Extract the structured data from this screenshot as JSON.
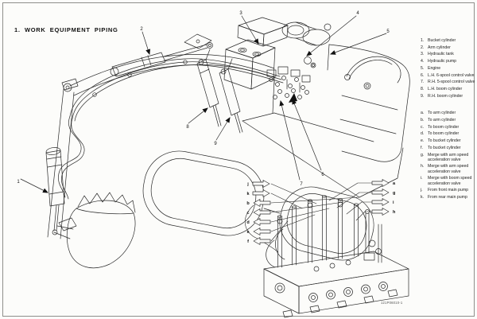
{
  "page": {
    "title": "1.  WORK EQUIPMENT PIPING",
    "figure_code": "121P06010-1"
  },
  "legend": {
    "numbered": [
      {
        "num": "1.",
        "label": "Bucket cylinder"
      },
      {
        "num": "2.",
        "label": "Arm cylinder"
      },
      {
        "num": "3.",
        "label": "Hydraulic tank"
      },
      {
        "num": "4.",
        "label": "Hydraulic pump"
      },
      {
        "num": "5.",
        "label": "Engine"
      },
      {
        "num": "6.",
        "label": "L.H. 6-spool control valve"
      },
      {
        "num": "7.",
        "label": "R.H. 5-spool control valve"
      },
      {
        "num": "8.",
        "label": "L.H. boom cylinder"
      },
      {
        "num": "9.",
        "label": "R.H. boom cylinder"
      }
    ],
    "lettered": [
      {
        "num": "a.",
        "label": "To arm cylinder"
      },
      {
        "num": "b.",
        "label": "To arm cylinder"
      },
      {
        "num": "c.",
        "label": "To boom cylinder"
      },
      {
        "num": "d.",
        "label": "To boom cylinder"
      },
      {
        "num": "e.",
        "label": "To bucket cylinder"
      },
      {
        "num": "f.",
        "label": "To bucket cylinder"
      },
      {
        "num": "g.",
        "label": "Merge with arm speed acceleration valve"
      },
      {
        "num": "h.",
        "label": "Merge with arm speed acceleration valve"
      },
      {
        "num": "i.",
        "label": "Merge with boom speed acceleration valve"
      },
      {
        "num": "j.",
        "label": "From front main pump"
      },
      {
        "num": "k.",
        "label": "From rear main pump"
      }
    ]
  },
  "callouts": [
    "1",
    "2",
    "3",
    "4",
    "5",
    "6",
    "7",
    "8",
    "9"
  ],
  "flow_letters": {
    "left": [
      "j",
      "k",
      "b",
      "c",
      "d",
      "e",
      "f"
    ],
    "right": [
      "a",
      "g",
      "i",
      "h"
    ]
  },
  "colors": {
    "line": "#2a2a2a",
    "paper": "#fcfcfa",
    "solid_marker": "#111111"
  }
}
